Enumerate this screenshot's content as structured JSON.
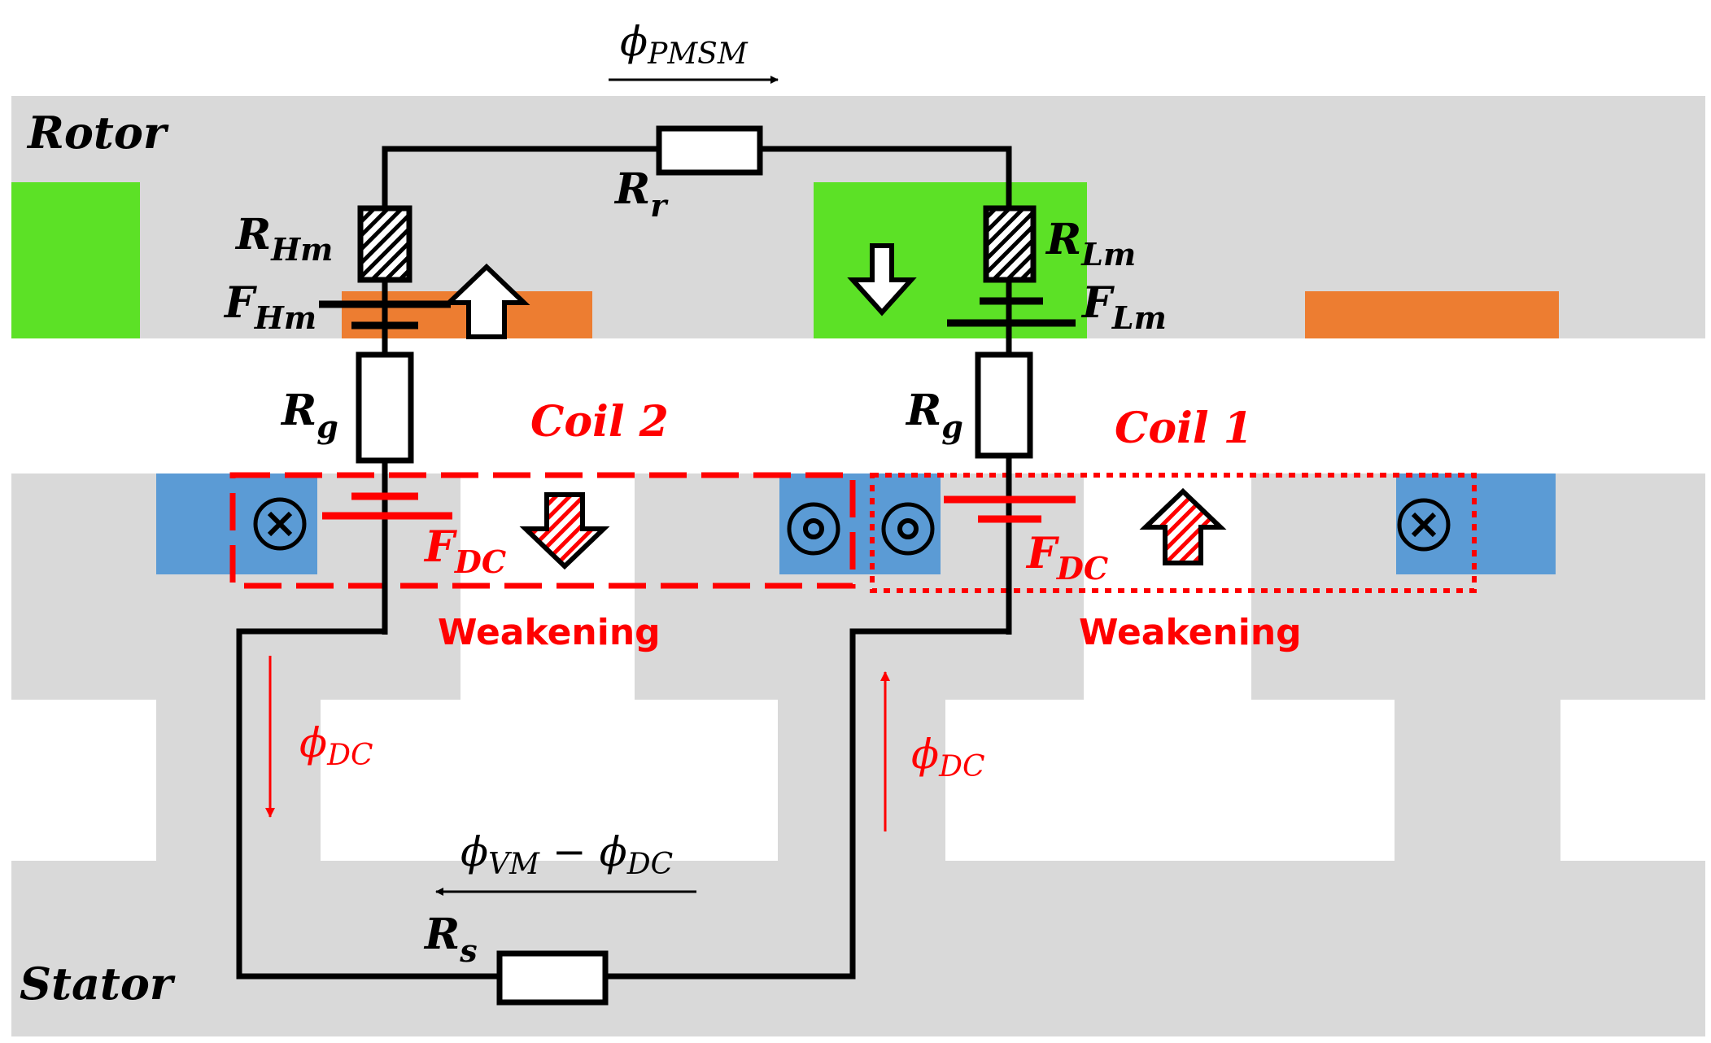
{
  "labels": {
    "rotor": "Rotor",
    "stator": "Stator",
    "coil2": "Coil 2",
    "coil1": "Coil 1",
    "weakening_left": "Weakening",
    "weakening_right": "Weakening"
  },
  "symbols": {
    "phi_pmsm": "ϕ",
    "phi_pmsm_sub": "PMSM",
    "r_r": "R",
    "r_r_sub": "r",
    "r_hm": "R",
    "r_hm_sub": "Hm",
    "f_hm": "F",
    "f_hm_sub": "Hm",
    "r_lm": "R",
    "r_lm_sub": "Lm",
    "f_lm": "F",
    "f_lm_sub": "Lm",
    "r_g_left": "R",
    "r_g_left_sub": "g",
    "r_g_right": "R",
    "r_g_right_sub": "g",
    "f_dc_left": "F",
    "f_dc_left_sub": "DC",
    "f_dc_right": "F",
    "f_dc_right_sub": "DC",
    "phi_dc_left": "ϕ",
    "phi_dc_left_sub": "DC",
    "phi_dc_right": "ϕ",
    "phi_dc_right_sub": "DC",
    "phi_vm": "ϕ",
    "phi_vm_sub": "VM",
    "phi_vm_minus": " − ϕ",
    "phi_vm_sub2": "DC",
    "r_s": "R",
    "r_s_sub": "s"
  },
  "colors": {
    "core_gray": "#d9d9d9",
    "magnet_green": "#5ce126",
    "magnet_orange": "#ed7d31",
    "coil_blue": "#5b9bd5",
    "annotation_red": "#ff0000",
    "circuit_black": "#000000"
  },
  "icons": {
    "current_out": "dot-in-circle",
    "current_in": "x-in-circle"
  }
}
